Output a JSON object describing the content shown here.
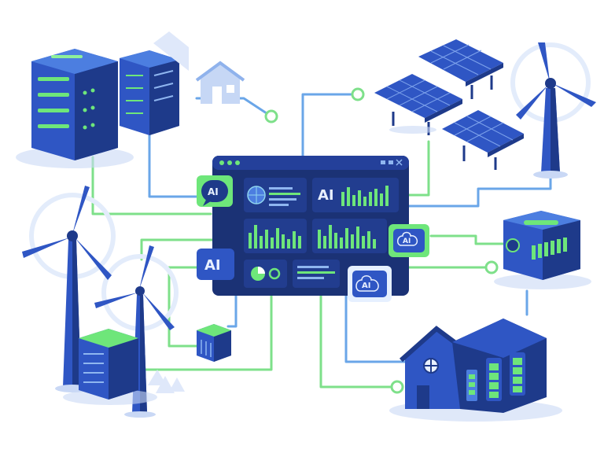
{
  "colors": {
    "blue_dark": "#1e3a8a",
    "blue_mid": "#2f56c4",
    "blue_light": "#4c7ee0",
    "green": "#6ee67a",
    "green_line": "#7ee08a",
    "connector_blue": "#6aa6e8",
    "panel": "#1b3275",
    "panel_tile": "#223d8f"
  },
  "dashboard": {
    "tiles": [
      {
        "name": "brain-globe-tile",
        "icon": "globe-icon"
      },
      {
        "name": "ai-bar-chart-tile",
        "label": "AI"
      },
      {
        "name": "bar-chart-tile-1",
        "icon": "bar-chart-icon"
      },
      {
        "name": "bar-chart-tile-2",
        "icon": "bar-chart-icon"
      },
      {
        "name": "pie-chart-tile",
        "icon": "pie-chart-icon"
      },
      {
        "name": "text-lines-tile",
        "icon": "text-lines-icon"
      }
    ],
    "badges": [
      {
        "name": "ai-chat-badge-top",
        "label": "AI"
      },
      {
        "name": "ai-badge-left",
        "label": "AI"
      },
      {
        "name": "ai-brain-badge-right",
        "label": "AI"
      },
      {
        "name": "ai-brain-badge-bottom",
        "label": "AI"
      }
    ]
  },
  "nodes": [
    {
      "name": "server-rack-left",
      "icon": "server-icon"
    },
    {
      "name": "server-rack-right",
      "icon": "server-icon"
    },
    {
      "name": "house-small",
      "icon": "house-icon"
    },
    {
      "name": "solar-panels",
      "icon": "solar-panel-icon"
    },
    {
      "name": "wind-turbine-top-right",
      "icon": "wind-turbine-icon"
    },
    {
      "name": "battery-unit",
      "icon": "battery-icon"
    },
    {
      "name": "smart-home-with-batteries",
      "icon": "house-icon"
    },
    {
      "name": "wind-turbines-left",
      "icon": "wind-turbine-icon"
    },
    {
      "name": "data-center-block",
      "icon": "server-icon"
    },
    {
      "name": "small-cube-device",
      "icon": "cube-icon"
    }
  ]
}
